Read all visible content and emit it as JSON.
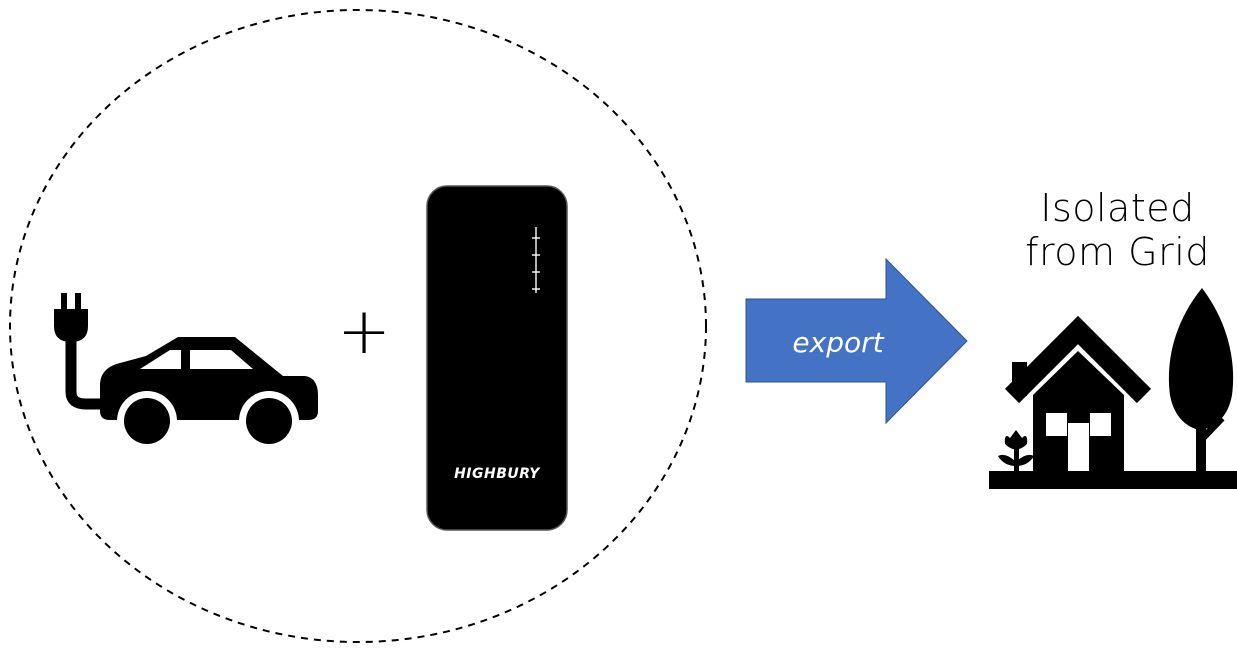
{
  "operator": "+",
  "arrow": {
    "label": "export",
    "color": "#4472C4"
  },
  "charger": {
    "brand": "HIGHBURY"
  },
  "house": {
    "label_line1": "Isolated",
    "label_line2": "from Grid"
  },
  "icons": [
    "electric-car-icon",
    "ev-charger-icon",
    "export-arrow-icon",
    "house-icon",
    "tree-icon",
    "flower-icon"
  ]
}
